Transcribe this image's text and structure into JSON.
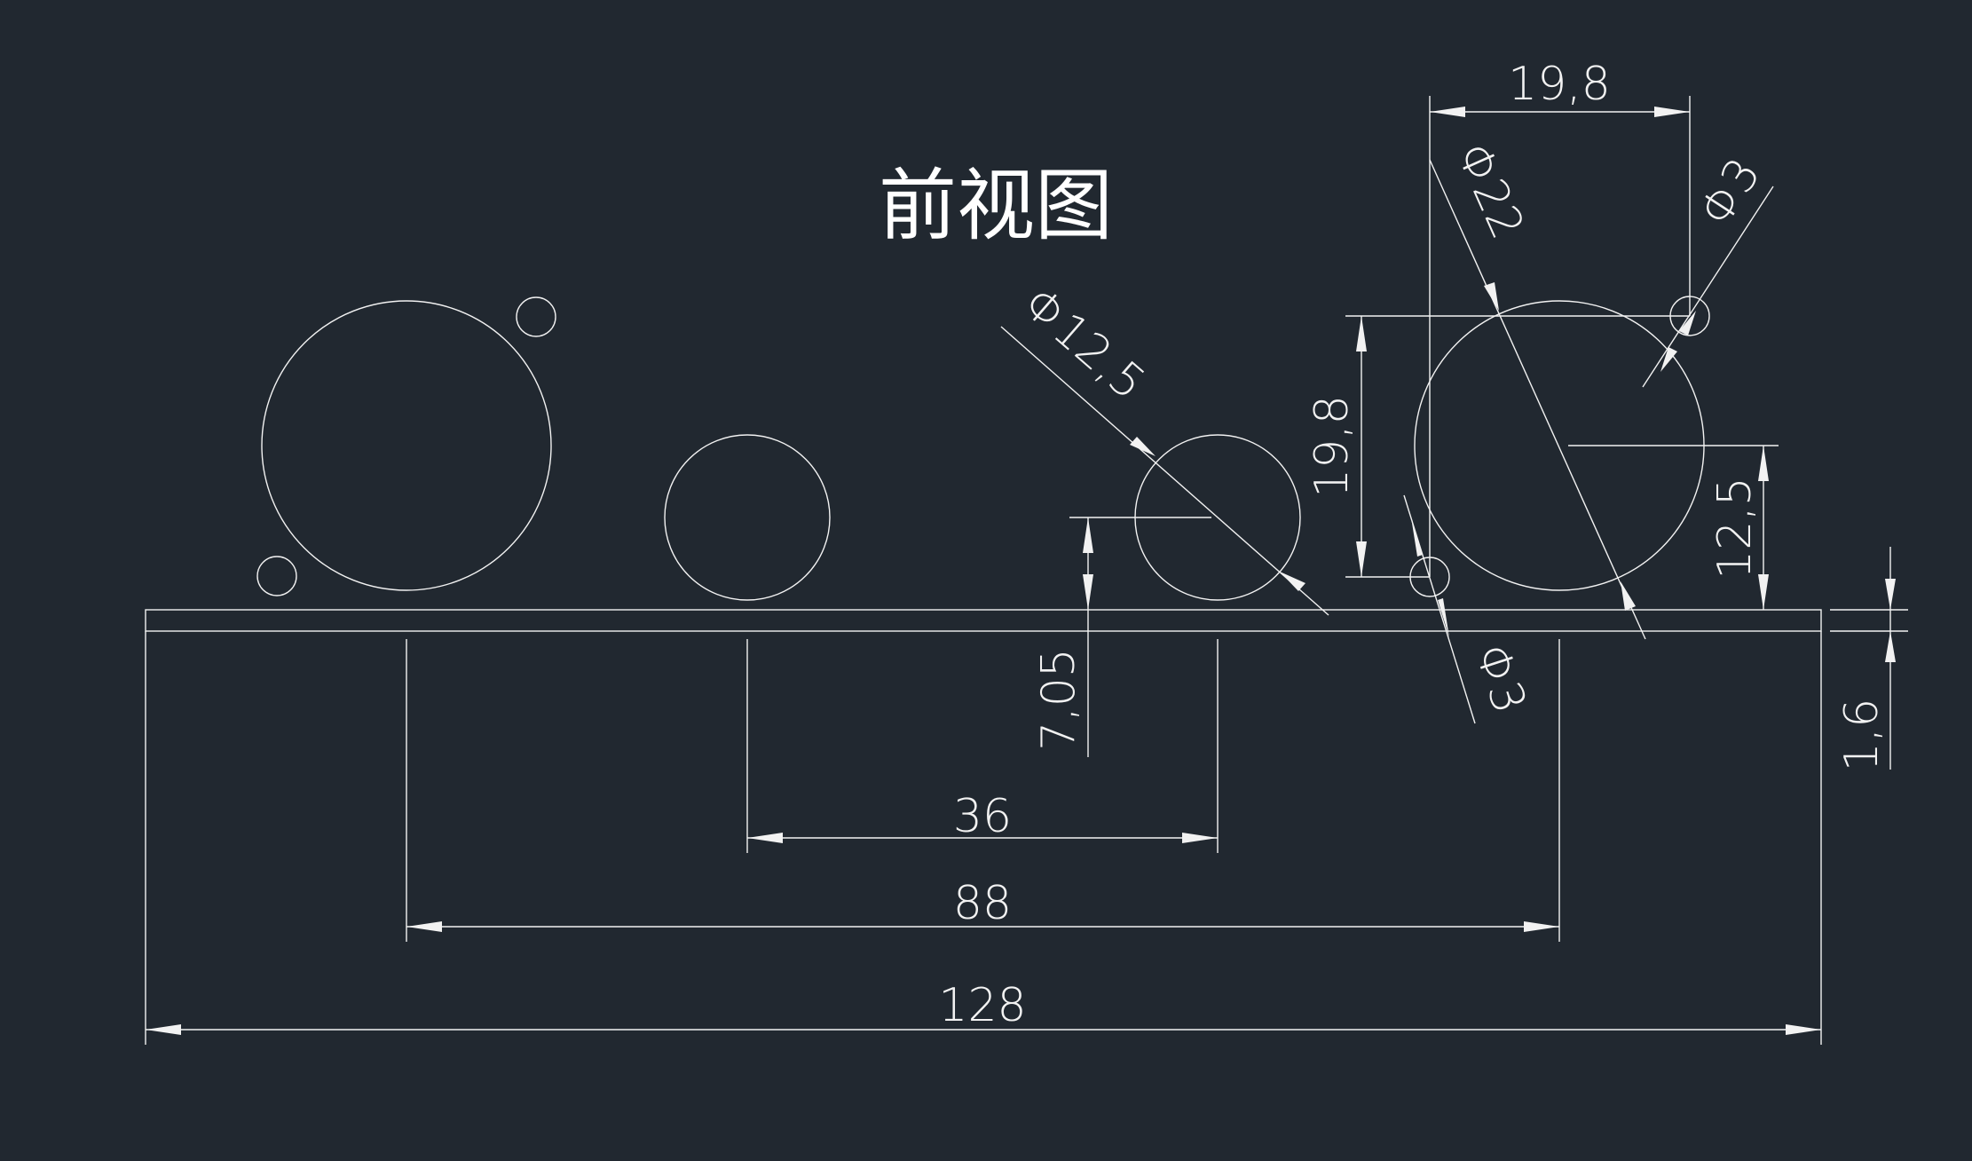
{
  "drawing": {
    "title": "前视图",
    "background_color": "#212830",
    "line_color": "#f2f2f2",
    "dimensions": {
      "overall_width": "128",
      "outer_connector_spacing": "88",
      "inner_connector_spacing": "36",
      "plate_thickness": "1,6",
      "small_hole_center_height": "7,05",
      "large_hole_diameter": "Φ22",
      "medium_hole_diameter": "Φ12,5",
      "mount_hole_diameter_top": "Φ3",
      "mount_hole_diameter_bottom": "Φ3",
      "mount_hole_horizontal_spacing": "19,8",
      "mount_hole_vertical_spacing": "19,8",
      "large_hole_center_height": "12,5"
    }
  }
}
